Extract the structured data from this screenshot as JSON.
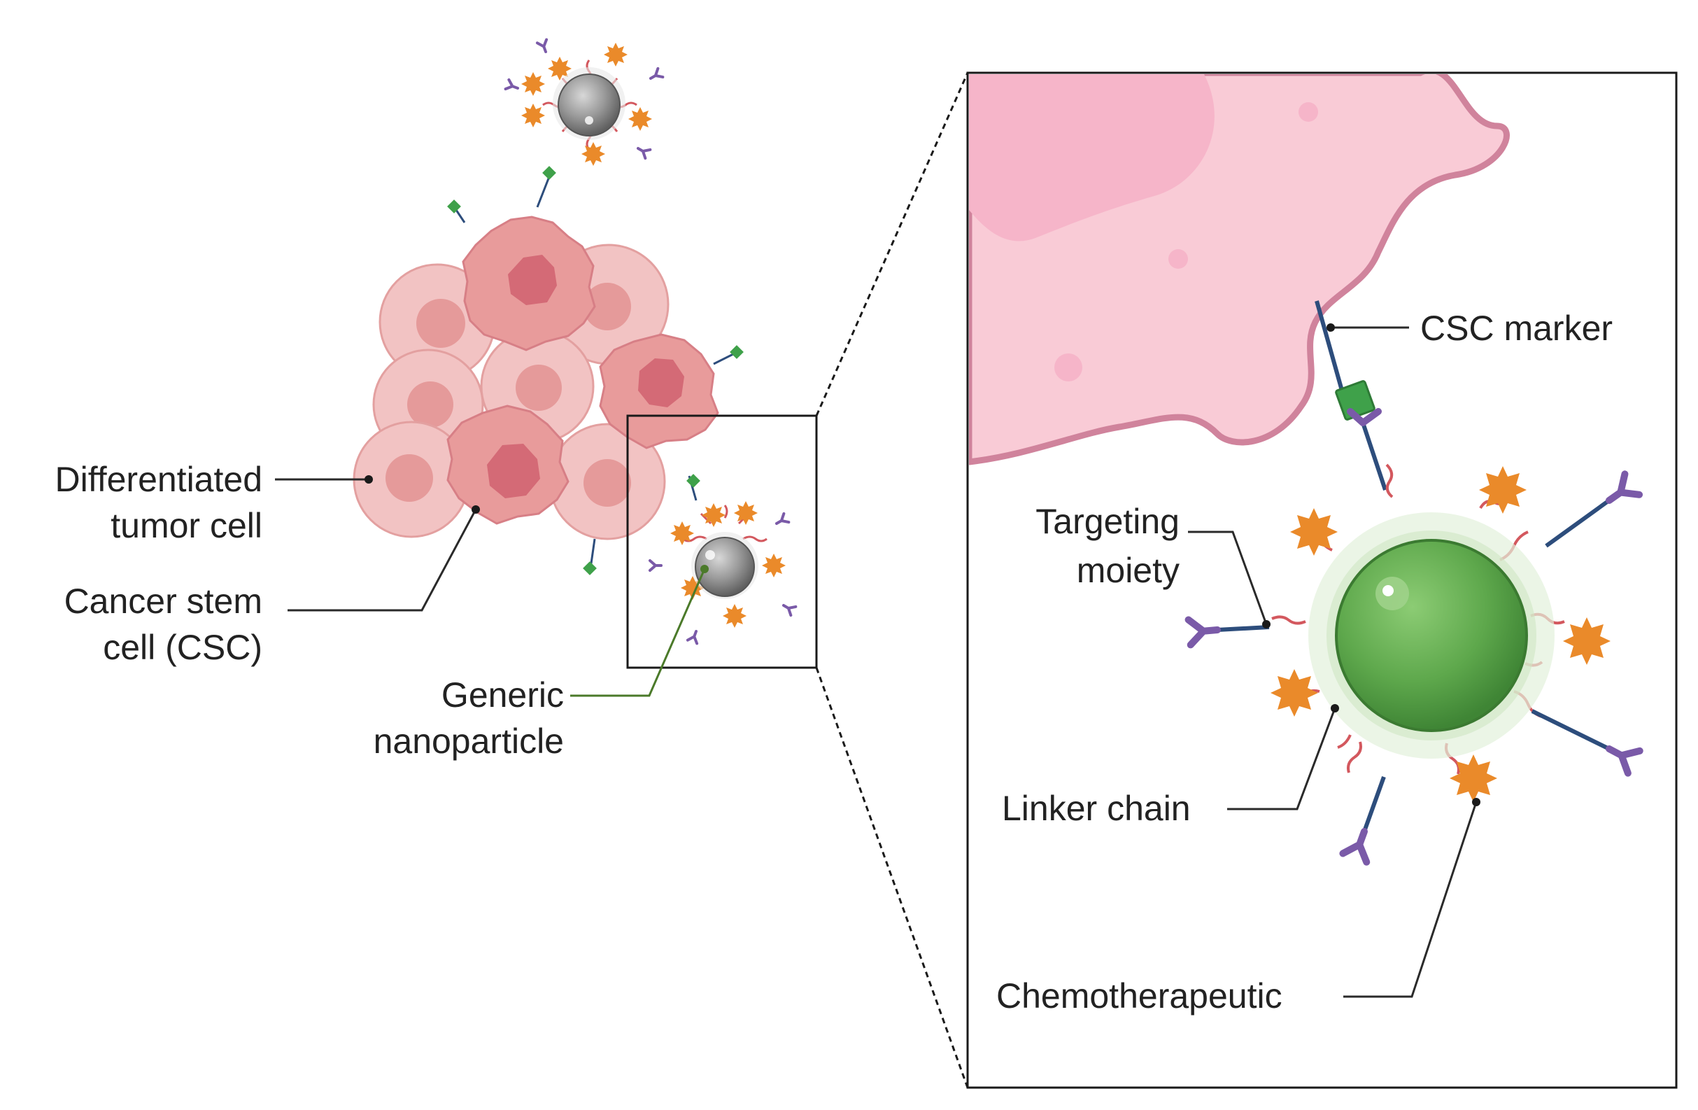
{
  "labels": {
    "differentiated_line1": "Differentiated",
    "differentiated_line2": "tumor cell",
    "csc_line1": "Cancer stem",
    "csc_line2": "cell (CSC)",
    "nanoparticle_line1": "Generic",
    "nanoparticle_line2": "nanoparticle",
    "csc_marker": "CSC marker",
    "targeting_line1": "Targeting",
    "targeting_line2": "moiety",
    "linker_chain": "Linker chain",
    "chemotherapeutic": "Chemotherapeutic"
  },
  "colors": {
    "tumor_cell": "#f2c3c3",
    "stem_cell": "#e79f9f",
    "nucleus": "#d9707a",
    "csc_membrane": "#f9cbd6",
    "csc_edge": "#d0839c",
    "nanoparticle_gray": "#8f8f8f",
    "nanoparticle_green": "#5ea84c",
    "drug": "#ea8a2a",
    "antibody": "#7a5aa8",
    "marker": "#3fa14a",
    "linker": "#d3585e"
  }
}
